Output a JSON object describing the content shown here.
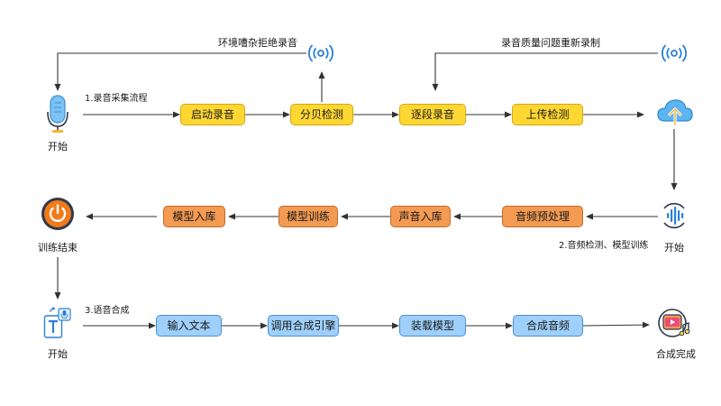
{
  "row1": {
    "section_label": "1.录音采集流程",
    "start_label": "开始",
    "nodes": [
      "启动录音",
      "分贝检测",
      "逐段录音",
      "上传检测"
    ],
    "feedback_noise": "环境嘈杂拒绝录音",
    "feedback_quality": "录音质量问题重新录制"
  },
  "row2": {
    "section_label": "2.音频检测、模型训练",
    "start_label": "开始",
    "nodes": [
      "音频预处理",
      "声音入库",
      "模型训练",
      "模型入库"
    ],
    "end_label": "训练结束"
  },
  "row3": {
    "section_label": "3.语音合成",
    "start_label": "开始",
    "nodes": [
      "输入文本",
      "调用合成引擎",
      "装载模型",
      "合成音频"
    ],
    "end_label": "合成完成"
  },
  "colors": {
    "yellow": "#ffd733",
    "orange": "#f39a53",
    "blue": "#9fd0fb",
    "line": "#333333"
  },
  "icons": [
    "microphone-icon",
    "radio-signal-icon",
    "cloud-upload-icon",
    "audio-wave-icon",
    "power-icon",
    "text-to-speech-icon",
    "media-play-icon"
  ]
}
